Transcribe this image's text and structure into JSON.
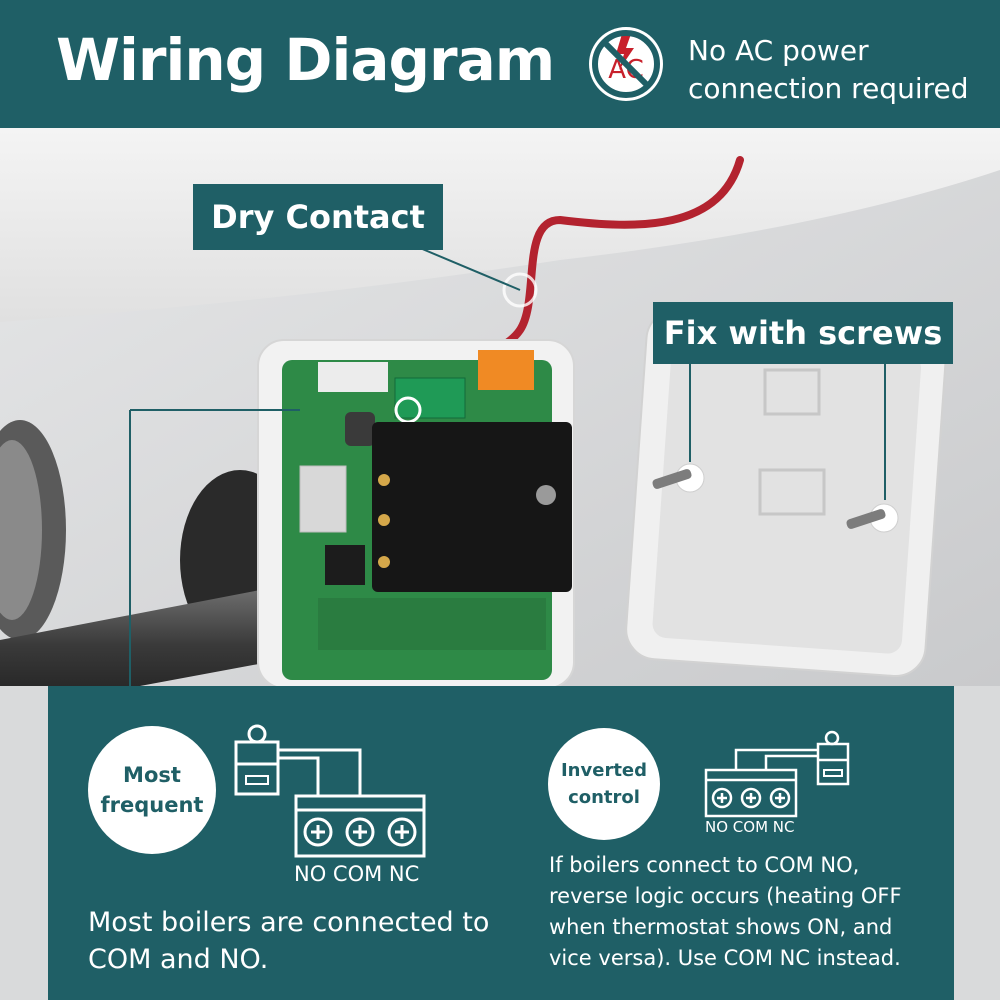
{
  "header": {
    "title": "Wiring Diagram",
    "no_ac_icon": "no-ac-power-icon",
    "no_ac_text_line1": "No AC power",
    "no_ac_text_line2": "connection required"
  },
  "callouts": {
    "dry_contact": "Dry Contact",
    "fix_screws": "Fix with screws"
  },
  "panels": {
    "most_frequent": {
      "badge_line1": "Most",
      "badge_line2": "frequent",
      "terminals": "NO COM NC",
      "description": "Most boilers are connected to COM and NO."
    },
    "inverted": {
      "badge_line1": "Inverted",
      "badge_line2": "control",
      "terminals": "NO COM NC",
      "description": "If boilers connect to COM NO, reverse logic occurs (heating OFF when thermostat shows ON, and vice versa). Use COM NC instead."
    }
  },
  "colors": {
    "brand": "#1f5f66",
    "wire": "#b3232f",
    "pcb": "#2e8a47",
    "ac_symbol": "#c8202b"
  }
}
